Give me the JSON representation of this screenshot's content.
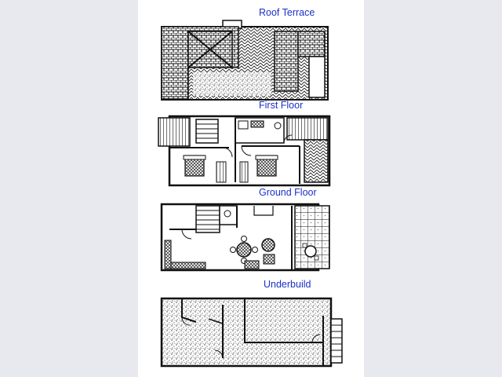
{
  "colors": {
    "label_text": "#1a30c8",
    "background_side": "#e8e9ee",
    "sheet": "#ffffff",
    "ink": "#1a1a1a"
  },
  "floors": [
    {
      "id": "roof-terrace",
      "label": "Roof Terrace"
    },
    {
      "id": "first-floor",
      "label": "First Floor"
    },
    {
      "id": "ground-floor",
      "label": "Ground Floor"
    },
    {
      "id": "underbuild",
      "label": "Underbuild"
    }
  ]
}
